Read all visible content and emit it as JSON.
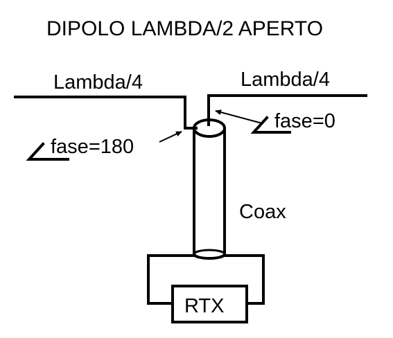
{
  "title": "DIPOLO LAMBDA/2 APERTO",
  "labels": {
    "left_arm": "Lambda/4",
    "right_arm": "Lambda/4",
    "phase_right": "fase=0",
    "phase_left": "fase=180",
    "coax": "Coax",
    "rtx": "RTX"
  },
  "colors": {
    "stroke": "#000000",
    "background": "#ffffff"
  }
}
